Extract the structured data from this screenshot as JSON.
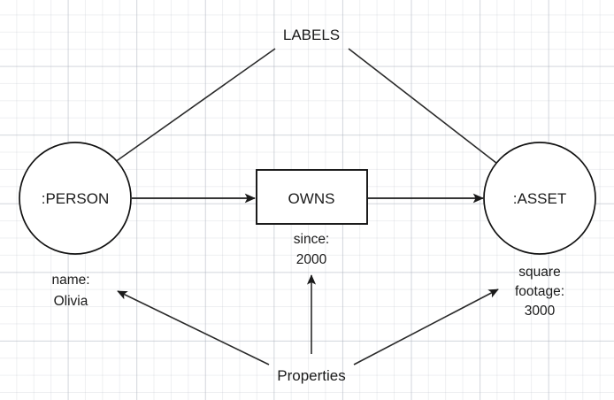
{
  "diagram": {
    "title_text": "LABELS",
    "annotations": {
      "labels": "LABELS",
      "properties": "Properties"
    },
    "nodes": [
      {
        "id": "person",
        "shape": "circle",
        "label": ":PERSON",
        "property_lines": [
          "name:",
          "Olivia"
        ]
      },
      {
        "id": "asset",
        "shape": "circle",
        "label": ":ASSET",
        "property_lines": [
          "square",
          "footage:",
          "3000"
        ]
      }
    ],
    "relationship": {
      "id": "owns",
      "shape": "rectangle",
      "label": "OWNS",
      "property_lines": [
        "since:",
        "2000"
      ]
    },
    "colors": {
      "stroke": "#111111",
      "text": "#1a1a1a",
      "background": "#ffffff",
      "grid_minor": "#b4b9c3",
      "grid_major": "#a5acb9"
    }
  }
}
